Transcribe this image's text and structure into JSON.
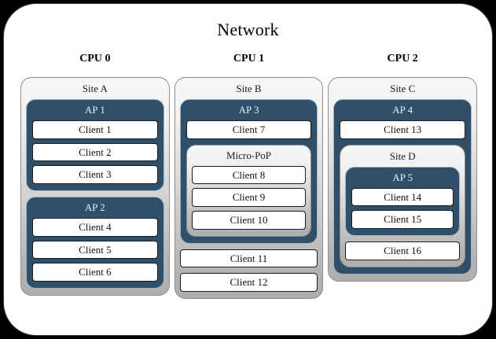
{
  "diagram": {
    "title": "Network",
    "type": "hierarchy",
    "colors": {
      "canvas": "#000000",
      "card": "#ffffff",
      "access_point": "#2f5068",
      "site_gradient_top": "#f7f7f7",
      "site_gradient_bottom": "#aeaeae",
      "client": "#ffffff",
      "outline": "#1d1d1d"
    },
    "cpus": [
      {
        "label": "CPU 0",
        "sites": [
          {
            "label": "Site A",
            "access_points": [
              {
                "label": "AP 1",
                "clients": [
                  "Client 1",
                  "Client 2",
                  "Client 3"
                ]
              },
              {
                "label": "AP 2",
                "clients": [
                  "Client 4",
                  "Client 5",
                  "Client 6"
                ]
              }
            ],
            "direct_clients": []
          }
        ]
      },
      {
        "label": "CPU 1",
        "sites": [
          {
            "label": "Site B",
            "access_points": [
              {
                "label": "AP 3",
                "clients": [
                  "Client 7"
                ],
                "micro_pop": {
                  "label": "Micro-PoP",
                  "clients": [
                    "Client 8",
                    "Client 9",
                    "Client 10"
                  ]
                }
              }
            ],
            "direct_clients": [
              "Client 11",
              "Client 12"
            ]
          }
        ]
      },
      {
        "label": "CPU 2",
        "sites": [
          {
            "label": "Site C",
            "access_points": [
              {
                "label": "AP 4",
                "clients": [
                  "Client 13"
                ],
                "nested_site": {
                  "label": "Site D",
                  "access_points": [
                    {
                      "label": "AP 5",
                      "clients": [
                        "Client 14",
                        "Client 15"
                      ]
                    }
                  ],
                  "direct_clients": [
                    "Client 16"
                  ]
                }
              }
            ],
            "direct_clients": []
          }
        ]
      }
    ]
  }
}
